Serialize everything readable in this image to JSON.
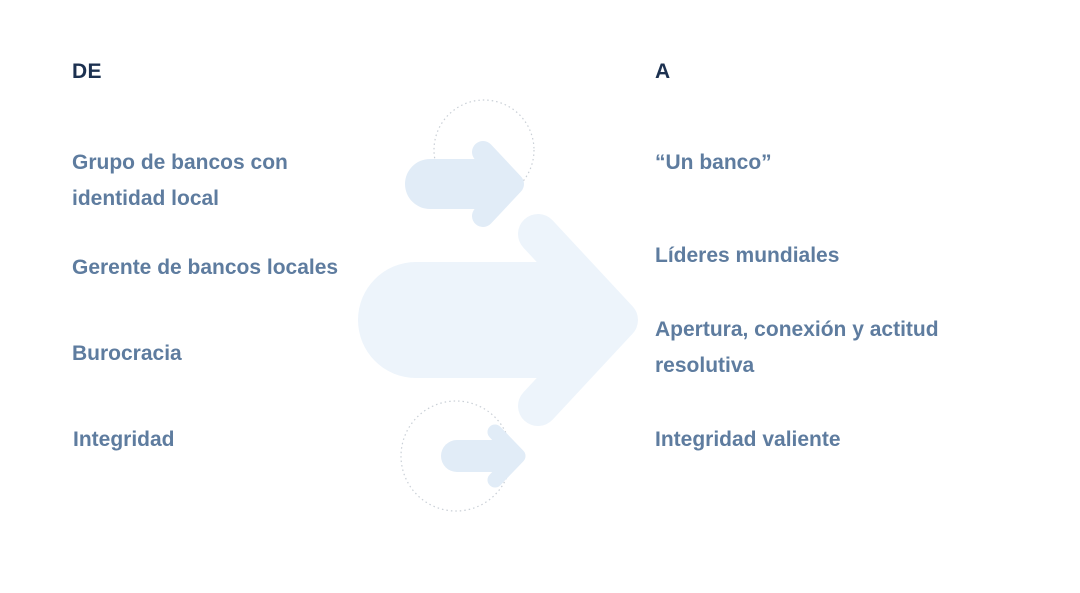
{
  "from_column": {
    "heading": "DE",
    "items": [
      "Grupo de bancos con identidad local",
      "Gerente de bancos locales",
      "Burocracia",
      "Integridad"
    ]
  },
  "to_column": {
    "heading": "A",
    "items": [
      "“Un banco”",
      "Líderes mundiales",
      "Apertura, conexión y actitud resolutiva",
      "Integridad valiente"
    ]
  },
  "colors": {
    "heading": "#1c3150",
    "item_text": "#5e7c9f",
    "arrow_large": "#edf4fb",
    "arrow_small": "#e1ecf7",
    "dotted_circle": "#c9cfd6"
  }
}
